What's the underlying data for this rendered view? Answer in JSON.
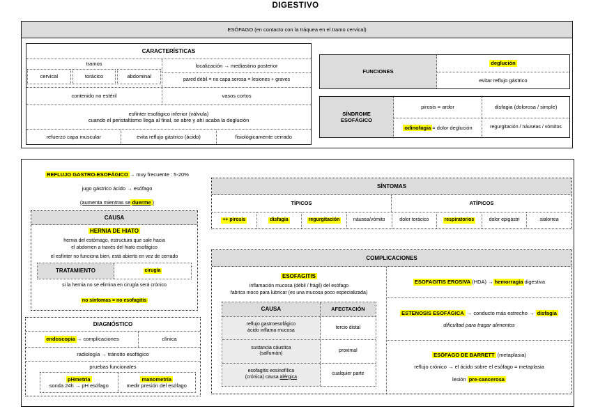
{
  "colors": {
    "highlight": "#ffff00",
    "header_bg": "#dcdcdc",
    "subcell_bg": "#ececec"
  },
  "title": "DIGESTIVO",
  "esofago_bar": "ESÓFAGO (en contacto con la tráquea en el tramo cervical)",
  "caracteristicas": {
    "title": "CARACTERÍSTICAS",
    "tramos_label": "tramos",
    "tramos": [
      "cervical",
      "torácico",
      "abdominal"
    ],
    "localizacion": "localización → mediastino posterior",
    "pared_debil": "pared débil = no capa serosa = lesiones + graves",
    "contenido": "contenido no estéril",
    "vasos": "vasos cortos",
    "esfinter_title": "esfínter esofágico inferior  (válvula)",
    "esfinter_sub": "cuando el peristaltismo llega al final, se abre y ahí acaba la deglución",
    "esfinter_cells": [
      "refuerzo capa muscular",
      "evita reflujo gástrico (ácido)",
      "fisiológicamente cerrado"
    ]
  },
  "funciones": {
    "title": "FUNCIONES",
    "item1": "deglución",
    "item2": "evitar reflujo gástrico"
  },
  "sindrome": {
    "title_line1": "SÍNDROME",
    "title_line2": "ESOFÁGICO",
    "pirosis": "pirosis = ardor",
    "disfagia": "disfagia  (dolorosa / simple)",
    "odinofagia_hl": "odinofagia",
    "odinofagia_rest": " = dolor deglución",
    "regurgitacion": "regurgitación / náuseas / vómitos"
  },
  "reflujo": {
    "title_hl": "REFLUJO GASTRO-ESOFÁGICO",
    "title_rest": " → muy frecuente : 5-20%",
    "line2": "jugo gástrico ácido → esófago",
    "line3_pre": "(aumenta mientras se ",
    "line3_hl": "duerme",
    "line3_post": ")"
  },
  "causa_box": {
    "title": "CAUSA",
    "hernia_title": "HERNIA DE HIATO",
    "desc1a": "hernia del estómago, estructura que sale hacia",
    "desc1b": "el abdomen a través del hiato esofágico",
    "desc2": "el esfínter no funciona bien, está abierto en vez de cerrado",
    "tratamiento_label": "TRATAMIENTO",
    "tratamiento_value": "cirugía",
    "note1": "si la hernia no se elimina en cirugía será crónico",
    "note2": "no síntomas = no esofagitis"
  },
  "diagnostico": {
    "title": "DIAGNÓSTICO",
    "endoscopia_hl": "endoscopia",
    "endoscopia_rest": " → complicaciones",
    "clinica": "clínica",
    "radiologia": "radiología → tránsito esofágico",
    "pruebas": "pruebas funcionales",
    "phmetria_title": "pHmetría",
    "phmetria_desc": "sonda 24h → pH esófago",
    "manometria_title": "manometría",
    "manometria_desc": "medir presión del esófago"
  },
  "sintomas": {
    "title": "SÍNTOMAS",
    "tipicos_label": "TÍPICOS",
    "atipicos_label": "ATÍPICOS",
    "cells": [
      {
        "text": "++ pirosis"
      },
      {
        "text": "disfagia"
      },
      {
        "text": "regurgitación"
      },
      {
        "text": "náusea/vómito"
      },
      {
        "text": "dolor torácico"
      },
      {
        "text": "respiratorios"
      },
      {
        "text": "dolor epigástri"
      },
      {
        "text": "sialorrea"
      }
    ]
  },
  "complicaciones": {
    "title": "COMPLICACIONES",
    "esofagitis": {
      "title": "ESOFAGITIS",
      "desc1": "inflamación mucosa (débil / frágil) del esófago",
      "desc2": "fabrica moco para lubricar (es una mucosa poco especializada)",
      "table": {
        "header_causa": "CAUSA",
        "header_afectacion": "AFECTACIÓN",
        "rows": [
          {
            "l1": "reflujo gastroesofágico",
            "l2": "ácido inflama mucosa",
            "af": "tercio distal"
          },
          {
            "l1": "sustancia cáustica",
            "l2": "(salfumán)",
            "af": "proximal"
          },
          {
            "l1": "esofagitis eosinofílica",
            "l2a": "(crónica) causa ",
            "l2b": "alérgica",
            "af": "cualquier parte"
          }
        ]
      }
    },
    "erosiva": {
      "title_hl": "ESOFAGITIS EROSIVA",
      "mid": " (HDA) → ",
      "hl2": "hemorragia",
      "rest": " digestiva"
    },
    "estenosis": {
      "title_hl": "ESTENOSIS ESOFÁGICA",
      "mid": " → conducto más estrecho → ",
      "hl2": "disfagia",
      "sub": "dificultad para tragar alimentos"
    },
    "barrett": {
      "title_hl": "ESÓFAGO DE BARRETT",
      "title_rest": " (metaplasia)",
      "line2": "reflujo crónico → el ácido sobre el esófago = metaplasia",
      "line3_pre": "lesión ",
      "line3_hl": "pre-cancerosa"
    }
  }
}
